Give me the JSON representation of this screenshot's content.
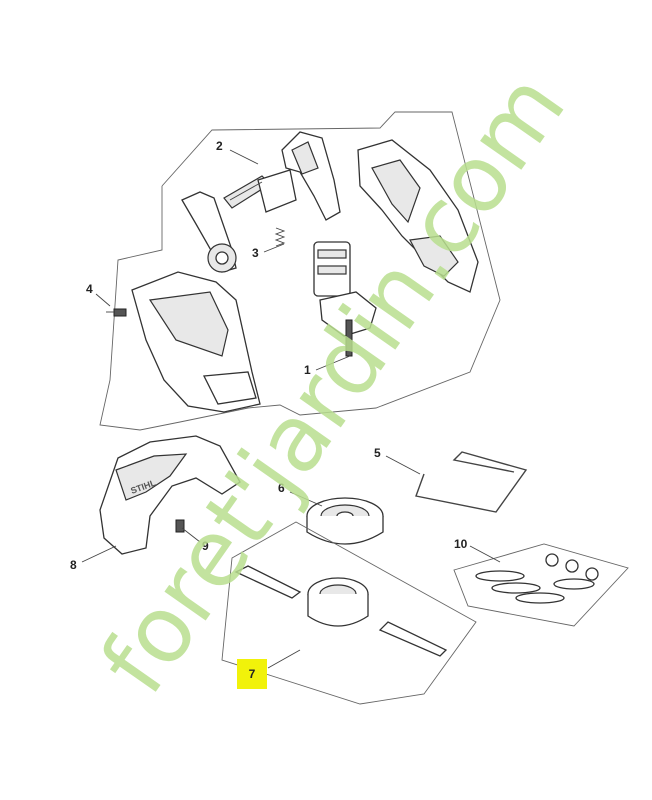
{
  "callouts": {
    "c1": "1",
    "c2": "2",
    "c3": "3",
    "c4": "4",
    "c5": "5",
    "c6": "6",
    "c7": "7",
    "c8": "8",
    "c9": "9",
    "c10": "10"
  },
  "housing_label": "STIHL",
  "watermark": {
    "text": "foret'jardin.com",
    "color": "#b9df8f"
  },
  "highlight_color": "#f1f20a"
}
